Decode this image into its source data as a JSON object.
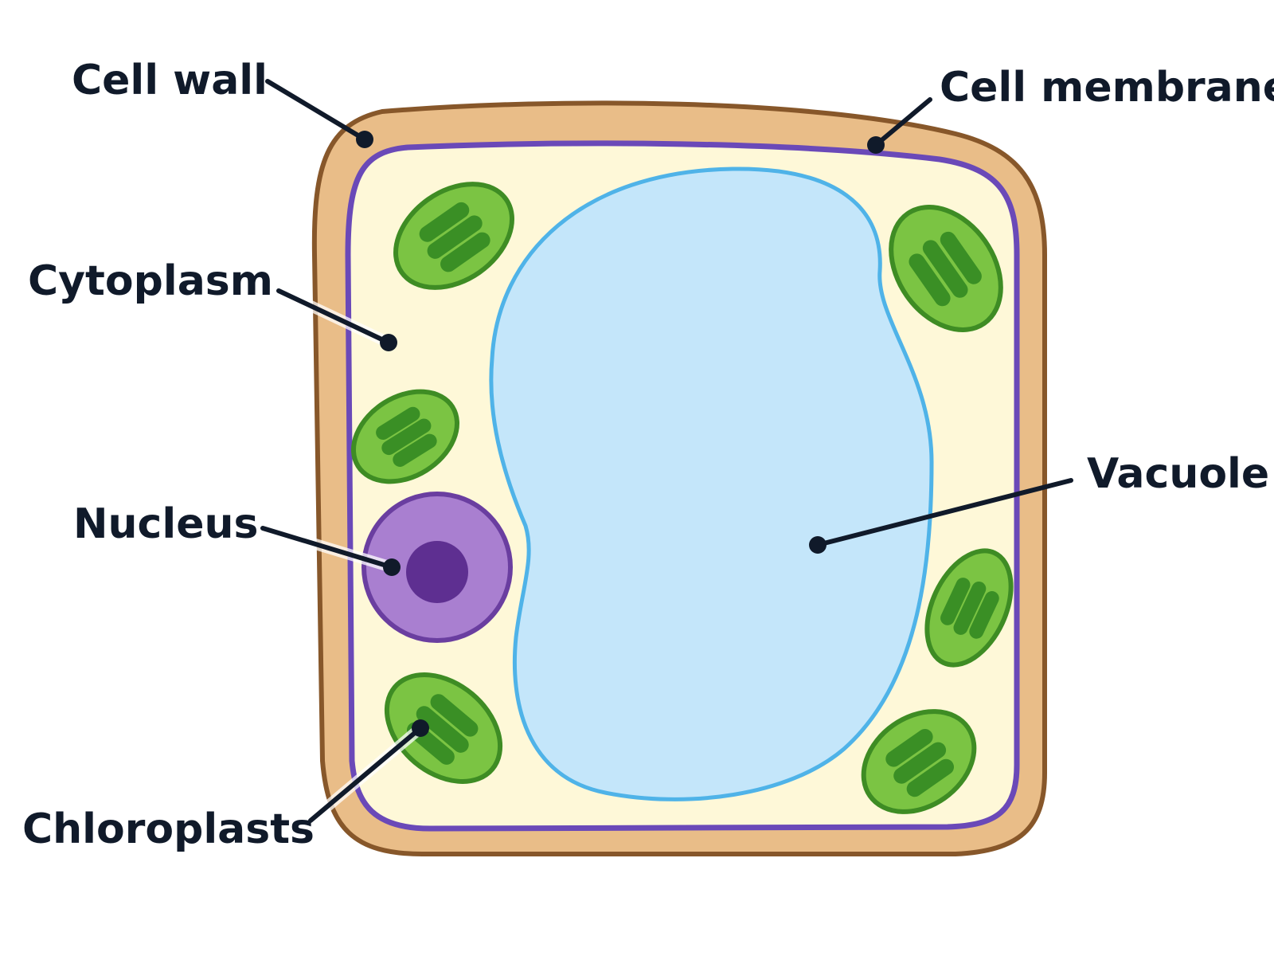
{
  "labels": {
    "cell_wall": "Cell wall",
    "cell_membrane": "Cell membrane",
    "cytoplasm": "Cytoplasm",
    "nucleus": "Nucleus",
    "chloroplasts": "Chloroplasts",
    "vacuole": "Vacuole"
  },
  "colors": {
    "cell_wall_fill": "#e9bd88",
    "cell_wall_outline": "#87572a",
    "membrane": "#6a49b8",
    "cytoplasm": "#fef8d8",
    "vacuole_fill": "#c4e6fa",
    "vacuole_outline": "#4fb3e8",
    "chloroplast_fill": "#7bc443",
    "chloroplast_outline": "#3e8c24",
    "thylakoid": "#3a8f25",
    "nucleus_fill": "#a97fd0",
    "nucleus_outline": "#6a3ea0",
    "nucleolus": "#5e2f91",
    "label_text": "#101a2a"
  }
}
